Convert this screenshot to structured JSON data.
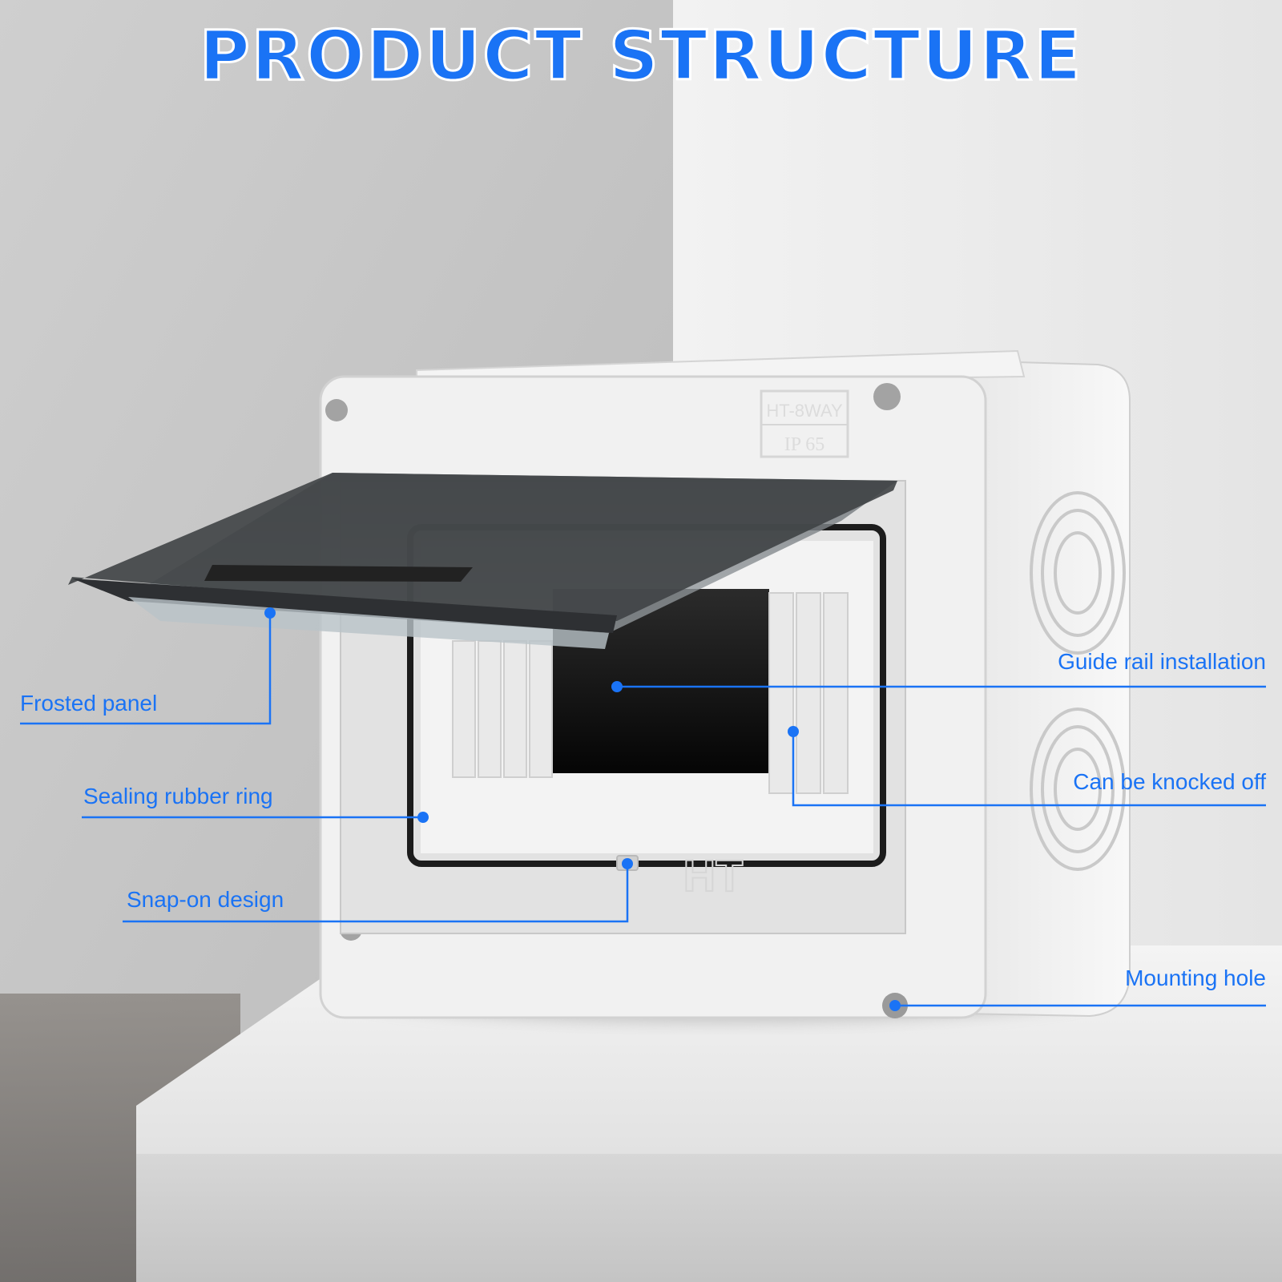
{
  "title": "PRODUCT STRUCTURE",
  "accent_color": "#1a73f5",
  "product_markings": {
    "model": "HT-8WAY",
    "rating": "IP 65",
    "logo": "HT"
  },
  "callouts": {
    "frosted_panel": "Frosted panel",
    "sealing_rubber_ring": "Sealing rubber ring",
    "snap_on_design": "Snap-on design",
    "guide_rail_installation": "Guide rail installation",
    "can_be_knocked_off": "Can be knocked off",
    "mounting_hole": "Mounting hole"
  }
}
